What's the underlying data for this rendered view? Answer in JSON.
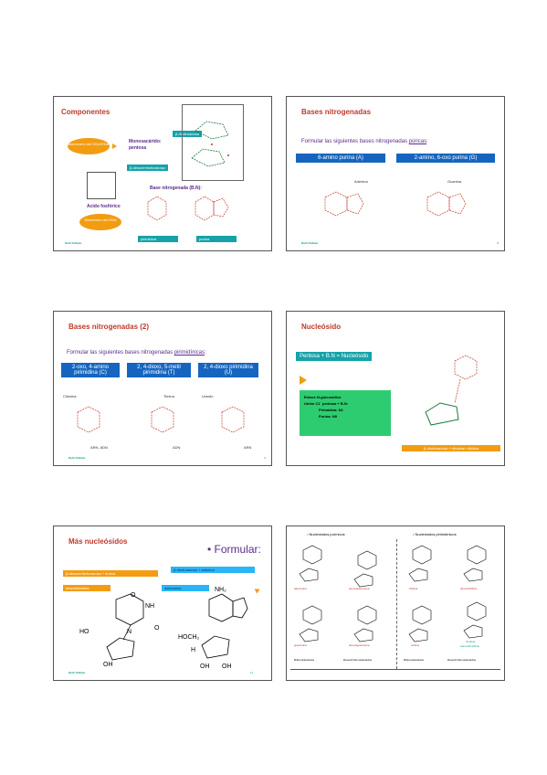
{
  "slide1": {
    "title": "Componentes",
    "beta_ribo": "β-ribofuranosa",
    "beta_desoxi": "β-desoxirribofuranosa",
    "monosac_label": "Monosacárido:",
    "monosac_sub": "pentosa",
    "oval1": "Monómero del DNA/RNA",
    "base_label": "Base nitrogenada (B.N):",
    "acido_label": "Acido fosfórico",
    "oval2": "Monómero del DNA",
    "pirimidina": "pirimidina",
    "purina": "purina",
    "footer": "Ruth Pulliam"
  },
  "slide2": {
    "title": "Bases nitrogenadas",
    "instr_prefix": "Formular las siguientes bases nitrogenadas ",
    "instr_u": "púricas",
    "instr_suffix": ":",
    "box1": "6-amino purina (A)",
    "box2": "2-amino, 6-oxo purina (G)",
    "adenina": "Adenina",
    "guanina": "Guanina",
    "footer": "Ruth Pulliam",
    "num": "8"
  },
  "slide3": {
    "title": "Bases nitrogenadas (2)",
    "instr_prefix": "Formular las siguientes bases nitrogenadas ",
    "instr_u": "pirimidínicas",
    "instr_suffix": ":",
    "box1": "2-oxo, 4-amino pirimidina (C)",
    "box2": "2, 4-dioxo, 5-metil pirimidina (T)",
    "box3": "2, 4-dioxo pirimidina (U)",
    "citosina": "Citosina",
    "timina": "Timina",
    "uracilo": "Uracilo",
    "arn_adn": "ARN, ADN",
    "adn": "ADN",
    "arn": "ARN",
    "footer": "Ruth Pulliam",
    "num": "9"
  },
  "slide4": {
    "title": "Nucleósido",
    "formula_bar": "Pentosa + B.N =   Nucleósido",
    "enlace1": "Enlace N-glucosídico",
    "enlace2": "Unión C1´ pentosa + B.N:",
    "enlace3": "Pirimidina: N1",
    "enlace4": "Purina: N9",
    "bottom_bar": "β-ribofuranosa + citosina= citidina"
  },
  "slide5": {
    "title": "Más nucleósidos",
    "formular": "• Formular:",
    "bar1": "β-desoxirribofuranosa + timina",
    "bar2": "desoxitimidina",
    "bar3": "β-ribofuranosa + adenina",
    "bar4": "adenosina",
    "chem_nh": "NH",
    "chem_o1": "O",
    "chem_o2": "O",
    "chem_n": "N",
    "chem_ho": "HO",
    "chem_oh": "OH",
    "chem_nh2": "NH₂",
    "chem_hoch2": "HOCH₂",
    "chem_h": "H",
    "chem_oh2": "OH",
    "chem_oh3": "OH",
    "footer": "Ruth Pulliam",
    "num": "11"
  },
  "slide6": {
    "left_header": "Nucleósidos purínicos",
    "right_header": "Nucleósidos pirimidínicos",
    "l1": "adenosina",
    "l2": "desoxiadenosina",
    "l3": "guanosina",
    "l4": "desoxiguanosina",
    "r1": "citidina",
    "r2": "desoxicitidina",
    "r3": "uridina",
    "r4": "timidina",
    "r4b": "(desoxitimidina)",
    "cap1": "Ribonucleósidos",
    "cap2": "Desoxirribonucleósidos",
    "cap3": "Ribonucleósidos",
    "cap4": "Desoxirribonucleósidos"
  }
}
